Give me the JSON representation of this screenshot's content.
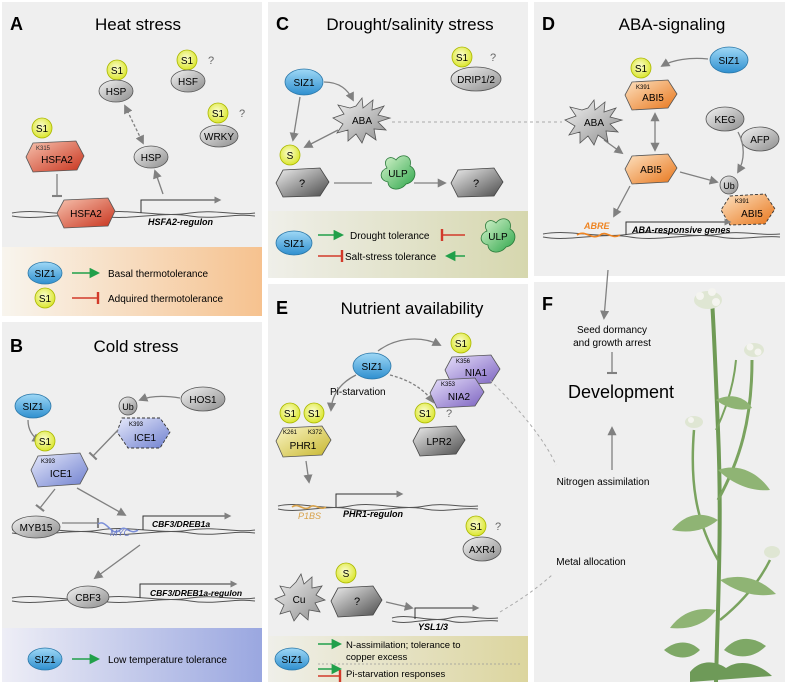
{
  "panels": {
    "A": {
      "letter": "A",
      "title": "Heat stress"
    },
    "B": {
      "letter": "B",
      "title": "Cold stress"
    },
    "C": {
      "letter": "C",
      "title": "Drought/salinity stress"
    },
    "D": {
      "letter": "D",
      "title": "ABA-signaling"
    },
    "E": {
      "letter": "E",
      "title": "Nutrient availability"
    },
    "F": {
      "letter": "F"
    }
  },
  "labels": {
    "s1": "S1",
    "s": "S",
    "q": "?",
    "siz1": "SIZ1",
    "hsp": "HSP",
    "hsf": "HSF",
    "wrky": "WRKY",
    "hsfa2": "HSFA2",
    "k315": "K315",
    "hsfa2_regulon": "HSFA2-regulon",
    "hos1": "HOS1",
    "ub": "Ub",
    "ice1": "ICE1",
    "k393": "K393",
    "myb15": "MYB15",
    "myc": "MYC",
    "cbf3_dreb1a": "CBF3/DREB1a",
    "cbf3": "CBF3",
    "cbf3_regulon": "CBF3/DREB1a-regulon",
    "drip12": "DRIP1/2",
    "aba": "ABA",
    "ulp": "ULP",
    "abi5": "ABI5",
    "k391": "K391",
    "keg": "KEG",
    "afp": "AFP",
    "abre": "ABRE",
    "aba_genes": "ABA-responsive genes",
    "nia1": "NIA1",
    "nia2": "NIA2",
    "k356": "K356",
    "k353": "K353",
    "pi_starvation": "Pi-starvation",
    "phr1": "PHR1",
    "k261": "K261",
    "k372": "K372",
    "lpr2": "LPR2",
    "p1bs": "P1BS",
    "phr1_regulon": "PHR1-regulon",
    "axr4": "AXR4",
    "cu": "Cu",
    "ysl": "YSL1/3",
    "seed_dormancy_1": "Seed dormancy",
    "seed_dormancy_2": "and growth arrest",
    "development": "Development",
    "nitrogen": "Nitrogen assimilation",
    "metal": "Metal allocation"
  },
  "legends": {
    "A": {
      "line1": "Basal thermotolerance",
      "line2": "Adquired thermotolerance"
    },
    "B": {
      "line1": "Low temperature tolerance"
    },
    "C": {
      "line1": "Drought tolerance",
      "line2": "Salt-stress tolerance"
    },
    "E": {
      "line1a": "N-assimilation; tolerance to",
      "line1b": "copper excess",
      "line2": "Pi-starvation responses"
    }
  },
  "colors": {
    "panel_bg": "#efefef",
    "siz1_blue": "#3aa0d8",
    "s1_yellow": "#e2ec3a",
    "hsfa2_red": "#d9472b",
    "ice1_blue": "#8091d6",
    "abi5_orange": "#ee8422",
    "nia_purple": "#8a74c8",
    "phr1_yellow": "#d7c83a",
    "ulp_green": "#3cb44a",
    "arrow_green": "#21a04a",
    "inhibit_red": "#d23a2a",
    "legendA_start": "#f8f5ee",
    "legendA_end": "#f6c28f",
    "legendB_end": "#9aa7e0",
    "legendC_end": "#d6d7ae",
    "legendE_end": "#dcd59e"
  }
}
